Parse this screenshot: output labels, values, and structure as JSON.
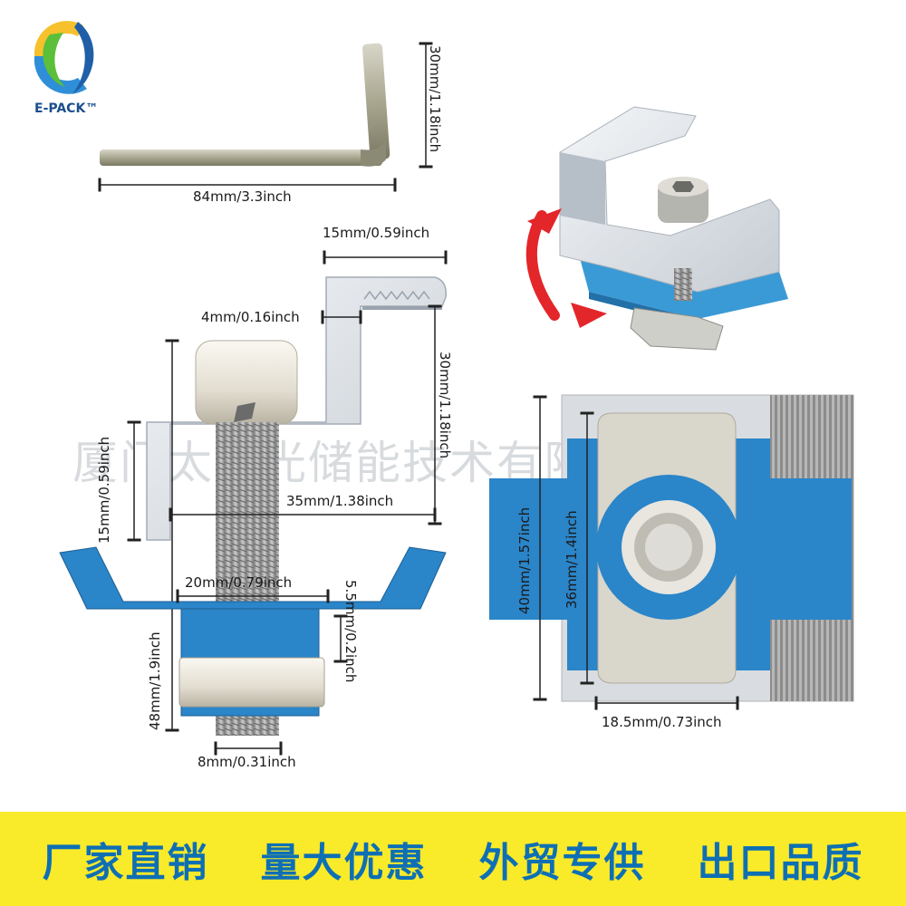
{
  "logo": {
    "text": "E-PACK™"
  },
  "watermark": "厦门太阳光储能技术有限公司",
  "dimensions": {
    "wrench_height": "30mm/1.18inch",
    "wrench_length": "84mm/3.3inch",
    "clamp_top_width": "15mm/0.59inch",
    "clamp_slot": "4mm/0.16inch",
    "clamp_height": "30mm/1.18inch",
    "clamp_lower_height": "15mm/0.59inch",
    "clamp_width": "35mm/1.38inch",
    "nut_width": "20mm/0.79inch",
    "nut_thickness": "5.5mm/0.2inch",
    "bolt_length": "48mm/1.9inch",
    "bolt_diameter": "8mm/0.31inch",
    "plate_height": "40mm/1.57inch",
    "nut_height": "36mm/1.4inch",
    "nut_depth": "18.5mm/0.73inch"
  },
  "banner": [
    "厂家直销",
    "量大优惠",
    "外贸专供",
    "出口品质"
  ]
}
